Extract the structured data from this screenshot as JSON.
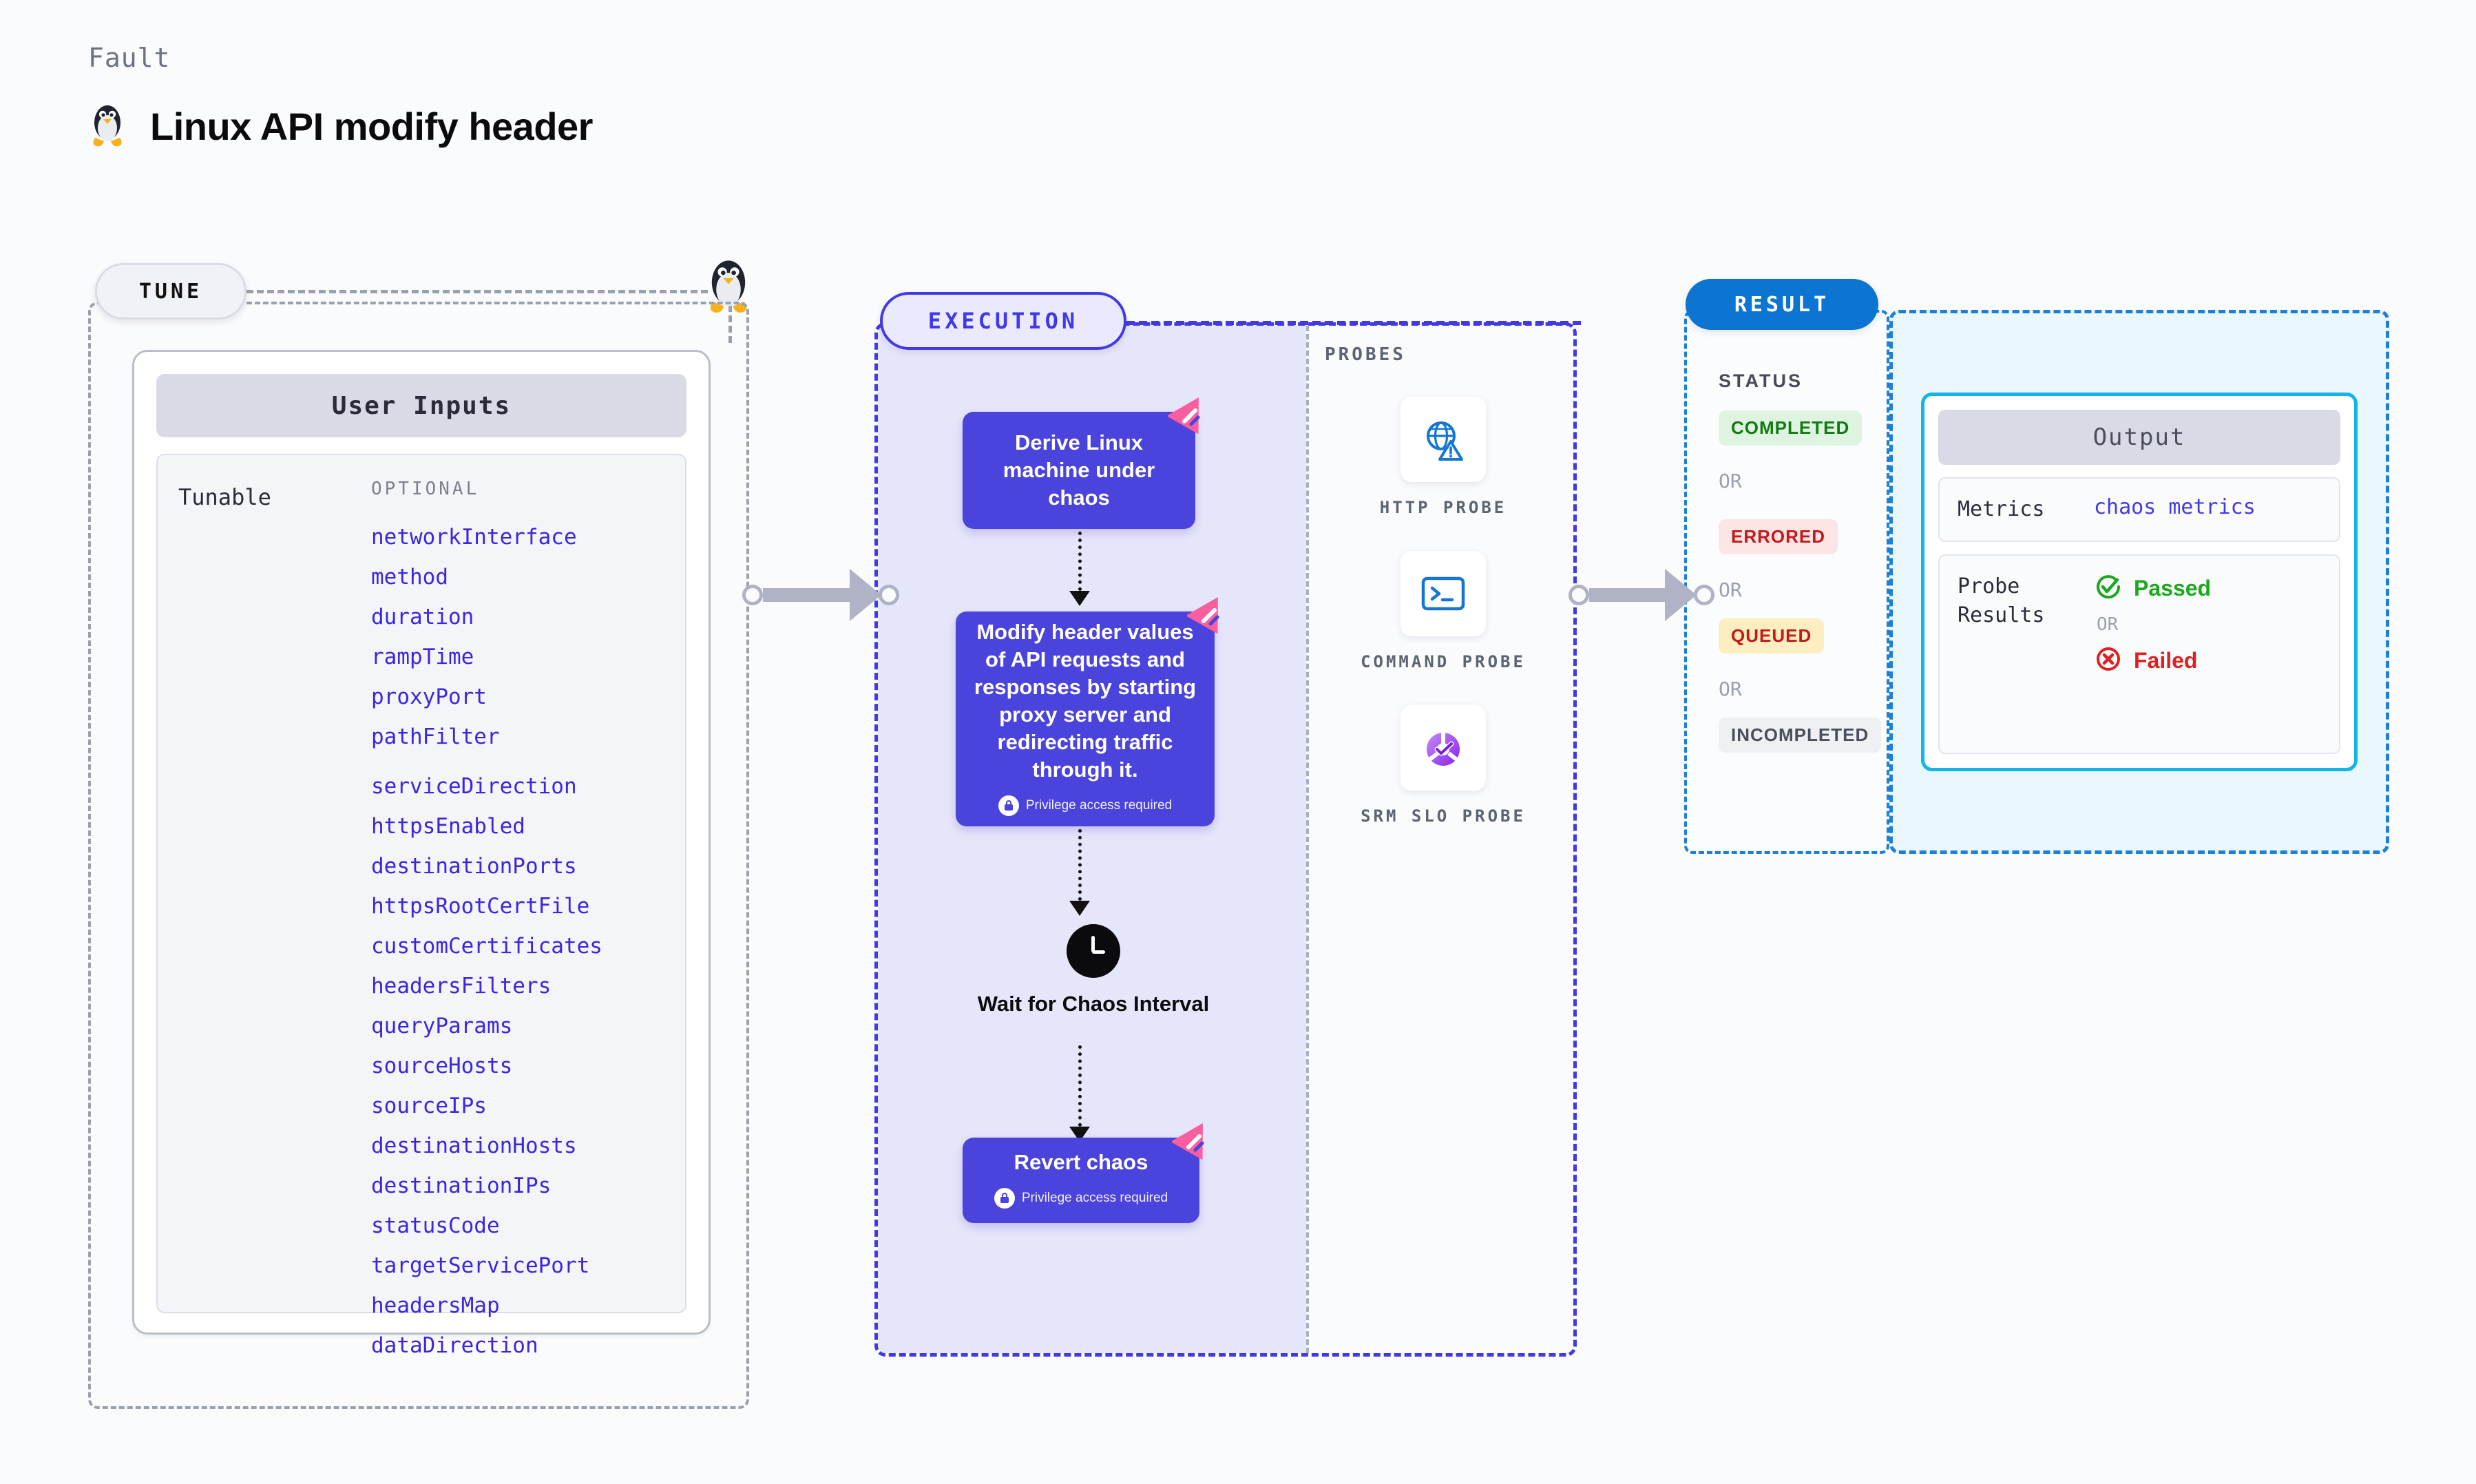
{
  "header": {
    "eyebrow": "Fault",
    "title": "Linux API modify header",
    "icon": "linux-penguin-icon"
  },
  "tune": {
    "pill_label": "TUNE",
    "card_title": "User Inputs",
    "group_label": "Tunable",
    "optional_label": "OPTIONAL",
    "params": [
      "networkInterface",
      "method",
      "duration",
      "rampTime",
      "proxyPort",
      "pathFilter",
      "serviceDirection",
      "httpsEnabled",
      "destinationPorts",
      "httpsRootCertFile",
      "customCertificates",
      "headersFilters",
      "queryParams",
      "sourceHosts",
      "sourceIPs",
      "destinationHosts",
      "destinationIPs",
      "statusCode",
      "targetServicePort",
      "headersMap",
      "dataDirection"
    ]
  },
  "execution": {
    "pill_label": "EXECUTION",
    "nodes": [
      {
        "label": "Derive Linux machine under chaos",
        "privilege": null
      },
      {
        "label": "Modify header values of API requests and responses by starting proxy server and redirecting traffic through it.",
        "privilege": "Privilege access required"
      },
      {
        "label": "Revert chaos",
        "privilege": "Privilege access required"
      }
    ],
    "wait_label": "Wait for Chaos Interval"
  },
  "probes": {
    "title": "PROBES",
    "items": [
      {
        "label": "HTTP PROBE",
        "icon": "globe-warning-icon"
      },
      {
        "label": "COMMAND PROBE",
        "icon": "terminal-icon"
      },
      {
        "label": "SRM SLO PROBE",
        "icon": "slo-donut-check-icon"
      }
    ]
  },
  "result": {
    "pill_label": "RESULT",
    "status_label": "STATUS",
    "or_label": "OR",
    "statuses": [
      {
        "label": "COMPLETED",
        "color": "#107C10",
        "bg": "#DFF4E0"
      },
      {
        "label": "ERRORED",
        "color": "#C4181A",
        "bg": "#FBE5E5"
      },
      {
        "label": "QUEUED",
        "color": "#C4181A",
        "bg": "#FDEEC2"
      },
      {
        "label": "INCOMPLETED",
        "color": "#4A4F5C",
        "bg": "#EFF0F4"
      }
    ],
    "output": {
      "title": "Output",
      "metrics_key": "Metrics",
      "metrics_value": "chaos metrics",
      "probe_results_key": "Probe Results",
      "passed_label": "Passed",
      "failed_label": "Failed",
      "or_label": "OR",
      "passed_color": "#1BA81B",
      "failed_color": "#E02020"
    }
  },
  "colors": {
    "node_fill": "#4A43DC",
    "exec_border": "#4338E8",
    "result_border": "#1D7FD6",
    "output_border": "#13B4E8",
    "param_text": "#3B26E0",
    "flag_pink": "#FB5E9E"
  }
}
